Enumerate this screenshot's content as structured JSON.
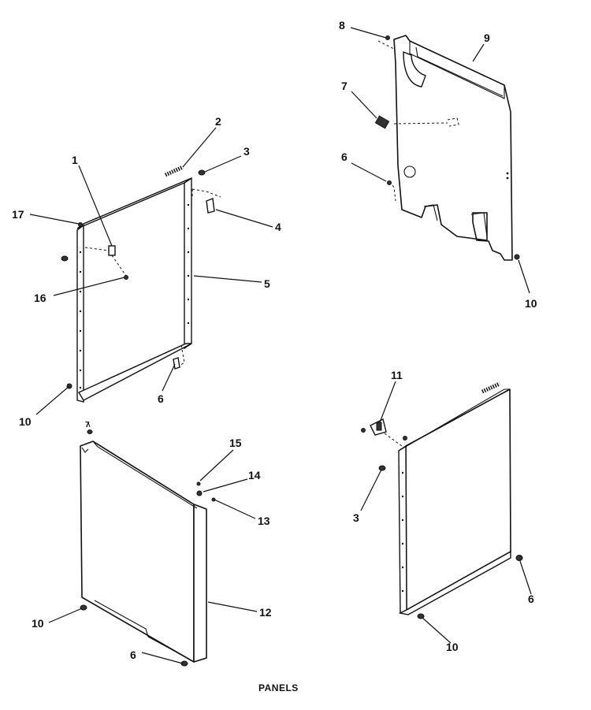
{
  "diagram": {
    "title": "PANELS",
    "labels": {
      "l1": "1",
      "l2": "2",
      "l3a": "3",
      "l3b": "3",
      "l4": "4",
      "l5": "5",
      "l6a": "6",
      "l6b": "6",
      "l6c": "6",
      "l6d": "6",
      "l7a": "7",
      "l7b": "7",
      "l8": "8",
      "l9": "9",
      "l10a": "10",
      "l10b": "10",
      "l10c": "10",
      "l10d": "10",
      "l11": "11",
      "l12": "12",
      "l13": "13",
      "l14": "14",
      "l15": "15",
      "l16": "16",
      "l17": "17"
    }
  }
}
